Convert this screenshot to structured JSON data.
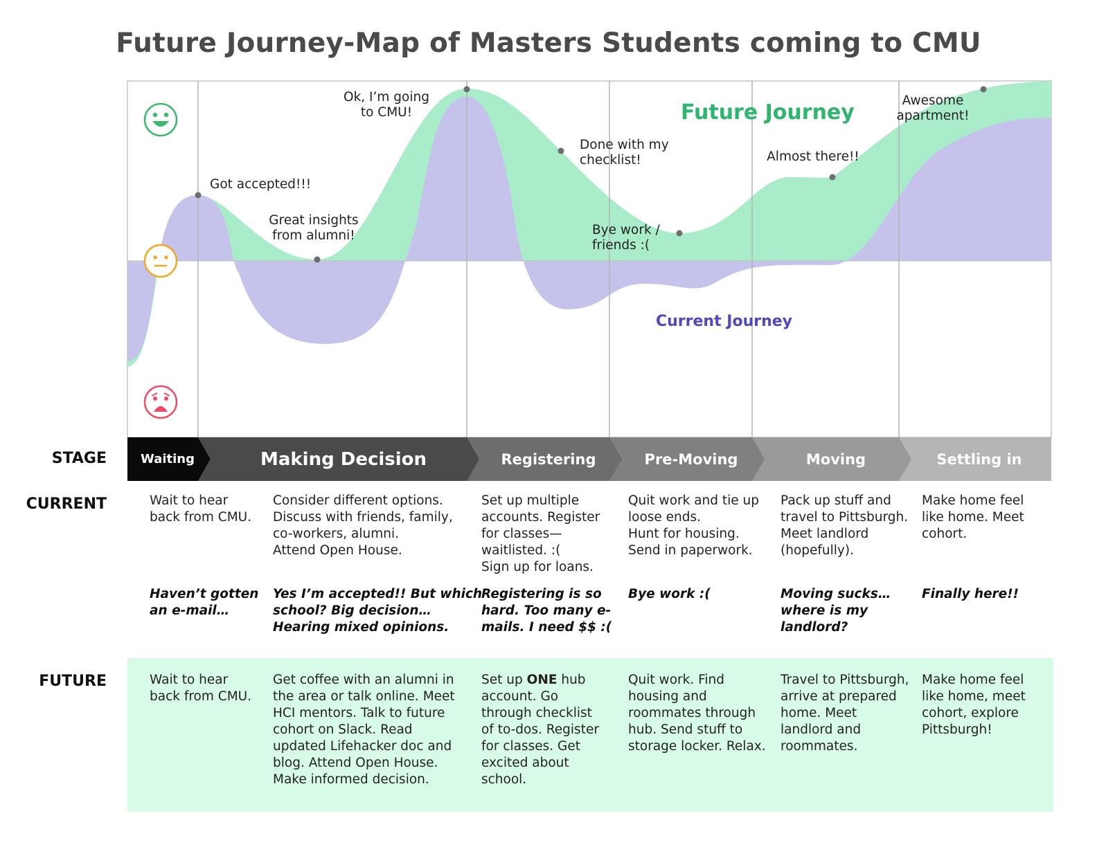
{
  "title": "Future Journey-Map of Masters Students coming to CMU",
  "colors": {
    "future_fill": "#a8ecc9",
    "current_fill": "#c5c3ec",
    "future_label": "#2fb56e",
    "current_label": "#5247c0",
    "future_band": "#d8fbe8",
    "happy": "#3cb96e",
    "neutral": "#f5a623",
    "sad": "#ee4a63"
  },
  "chart_labels": {
    "future_journey": "Future Journey",
    "current_journey": "Current Journey"
  },
  "icons": [
    "happy-face-icon",
    "neutral-face-icon",
    "sad-face-icon"
  ],
  "annotations": [
    {
      "text": "Got accepted!!!"
    },
    {
      "text": "Great insights\nfrom alumni!"
    },
    {
      "text": "Ok, I’m going\nto CMU!"
    },
    {
      "text": "Done with my\nchecklist!"
    },
    {
      "text": "Bye work /\nfriends :("
    },
    {
      "text": "Almost there!!"
    },
    {
      "text": "Awesome\napartment!"
    }
  ],
  "row_labels": {
    "stage": "STAGE",
    "current": "CURRENT",
    "future": "FUTURE"
  },
  "stages": [
    {
      "name": "Waiting",
      "color": "#0a0a0a"
    },
    {
      "name": "Making Decision",
      "color": "#4a4a4a"
    },
    {
      "name": "Registering",
      "color": "#6d6d6d"
    },
    {
      "name": "Pre-Moving",
      "color": "#808080"
    },
    {
      "name": "Moving",
      "color": "#9a9a9a"
    },
    {
      "name": "Settling in",
      "color": "#b5b5b5"
    }
  ],
  "current": [
    "Wait to hear\nback from CMU.",
    "Consider different options.\nDiscuss with friends, family,\nco-workers, alumni.\nAttend Open House.",
    "Set up multiple\naccounts. Register\nfor classes—\nwaitlisted. :(\nSign up for loans.",
    "Quit work and tie up\nloose ends.\nHunt for housing.\nSend in paperwork.",
    "Pack up stuff and\ntravel to Pittsburgh.\nMeet landlord\n(hopefully).",
    "Make home feel\nlike home. Meet\ncohort."
  ],
  "feelings": [
    "Haven’t gotten\nan e-mail…",
    "Yes I’m accepted!! But which\nschool? Big decision…\nHearing mixed opinions.",
    "Registering is so\nhard. Too many e-\nmails. I need $$ :(",
    "Bye work :(",
    "Moving sucks…\nwhere is my\nlandlord?",
    "Finally here!!"
  ],
  "future": [
    {
      "pre": "Wait to hear\nback from CMU.",
      "bold": "",
      "post": ""
    },
    {
      "pre": "Get coffee with an alumni in\nthe area or talk online. Meet\nHCI mentors. Talk to future\ncohort on Slack. Read\nupdated Lifehacker doc and\nblog. Attend Open House.\nMake informed decision.",
      "bold": "",
      "post": ""
    },
    {
      "pre": "Set up ",
      "bold": "ONE",
      "post": " hub\naccount. Go\nthrough checklist\nof to-dos. Register\nfor classes. Get\nexcited about\nschool."
    },
    {
      "pre": "Quit work. Find\nhousing and\nroommates through\nhub. Send stuff to\nstorage locker. Relax.",
      "bold": "",
      "post": ""
    },
    {
      "pre": "Travel to Pittsburgh,\narrive at prepared\nhome. Meet\nlandlord and\nroommates.",
      "bold": "",
      "post": ""
    },
    {
      "pre": "Make home feel\nlike home, meet\ncohort, explore\nPittsburgh!",
      "bold": "",
      "post": ""
    }
  ]
}
